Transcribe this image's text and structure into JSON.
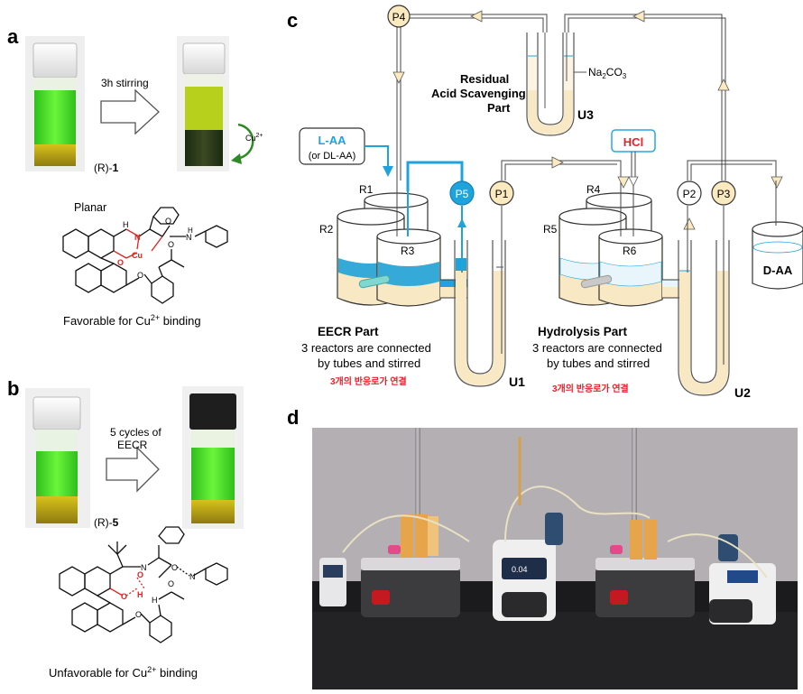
{
  "panel_a": {
    "label": "a",
    "arrow_text": "3h stirring",
    "compound_prefix": "(R)-",
    "compound_num": "1",
    "cu_label": "Cu",
    "cu_sup": "2+",
    "structure_title": "Planar",
    "struct_atoms": {
      "H": "H",
      "N": "N",
      "O": "O",
      "Cu": "Cu",
      "NH": "H",
      "NHb": "N",
      "O2": "O"
    },
    "caption_prefix": "Favorable for Cu",
    "caption_sup": "2+",
    "caption_suffix": " binding"
  },
  "panel_b": {
    "label": "b",
    "arrow_text_1": "5 cycles of",
    "arrow_text_2": "EECR",
    "compound_prefix": "(R)-",
    "compound_num": "5",
    "caption_prefix": "Unfavorable for Cu",
    "caption_sup": "2+",
    "caption_suffix": " binding"
  },
  "panel_c": {
    "label": "c",
    "pumps": [
      "P4",
      "P5",
      "P1",
      "P2",
      "P3"
    ],
    "reactors": [
      "R1",
      "R2",
      "R3",
      "R4",
      "R5",
      "R6"
    ],
    "u_tubes": [
      "U1",
      "U2",
      "U3"
    ],
    "laa_main": "L-AA",
    "laa_sub": "(or DL-AA)",
    "hcl": "HCl",
    "daa": "D-AA",
    "na2co3": "Na2CO3",
    "residual_1": "Residual",
    "residual_2": "Acid Scavenging",
    "residual_3": "Part",
    "eecr_title": "EECR Part",
    "eecr_line1": "3 reactors are connected",
    "eecr_line2": "by tubes and stirred",
    "eecr_korean": "3개의 반응로가 연결",
    "hyd_title": "Hydrolysis Part",
    "hyd_line1": "3 reactors are connected",
    "hyd_line2": "by tubes and stirred",
    "hyd_korean": "3개의 반응로가 연결"
  },
  "panel_d": {
    "label": "d",
    "pump_display": "0.04"
  },
  "colors": {
    "blue": "#1fa3dc",
    "cream": "#f8e8c4",
    "pump_cream": "#fbe9c0",
    "red_text": "#e8202a",
    "hcl_box": "#2aa8e0",
    "green_solution": "#4ee22c"
  }
}
